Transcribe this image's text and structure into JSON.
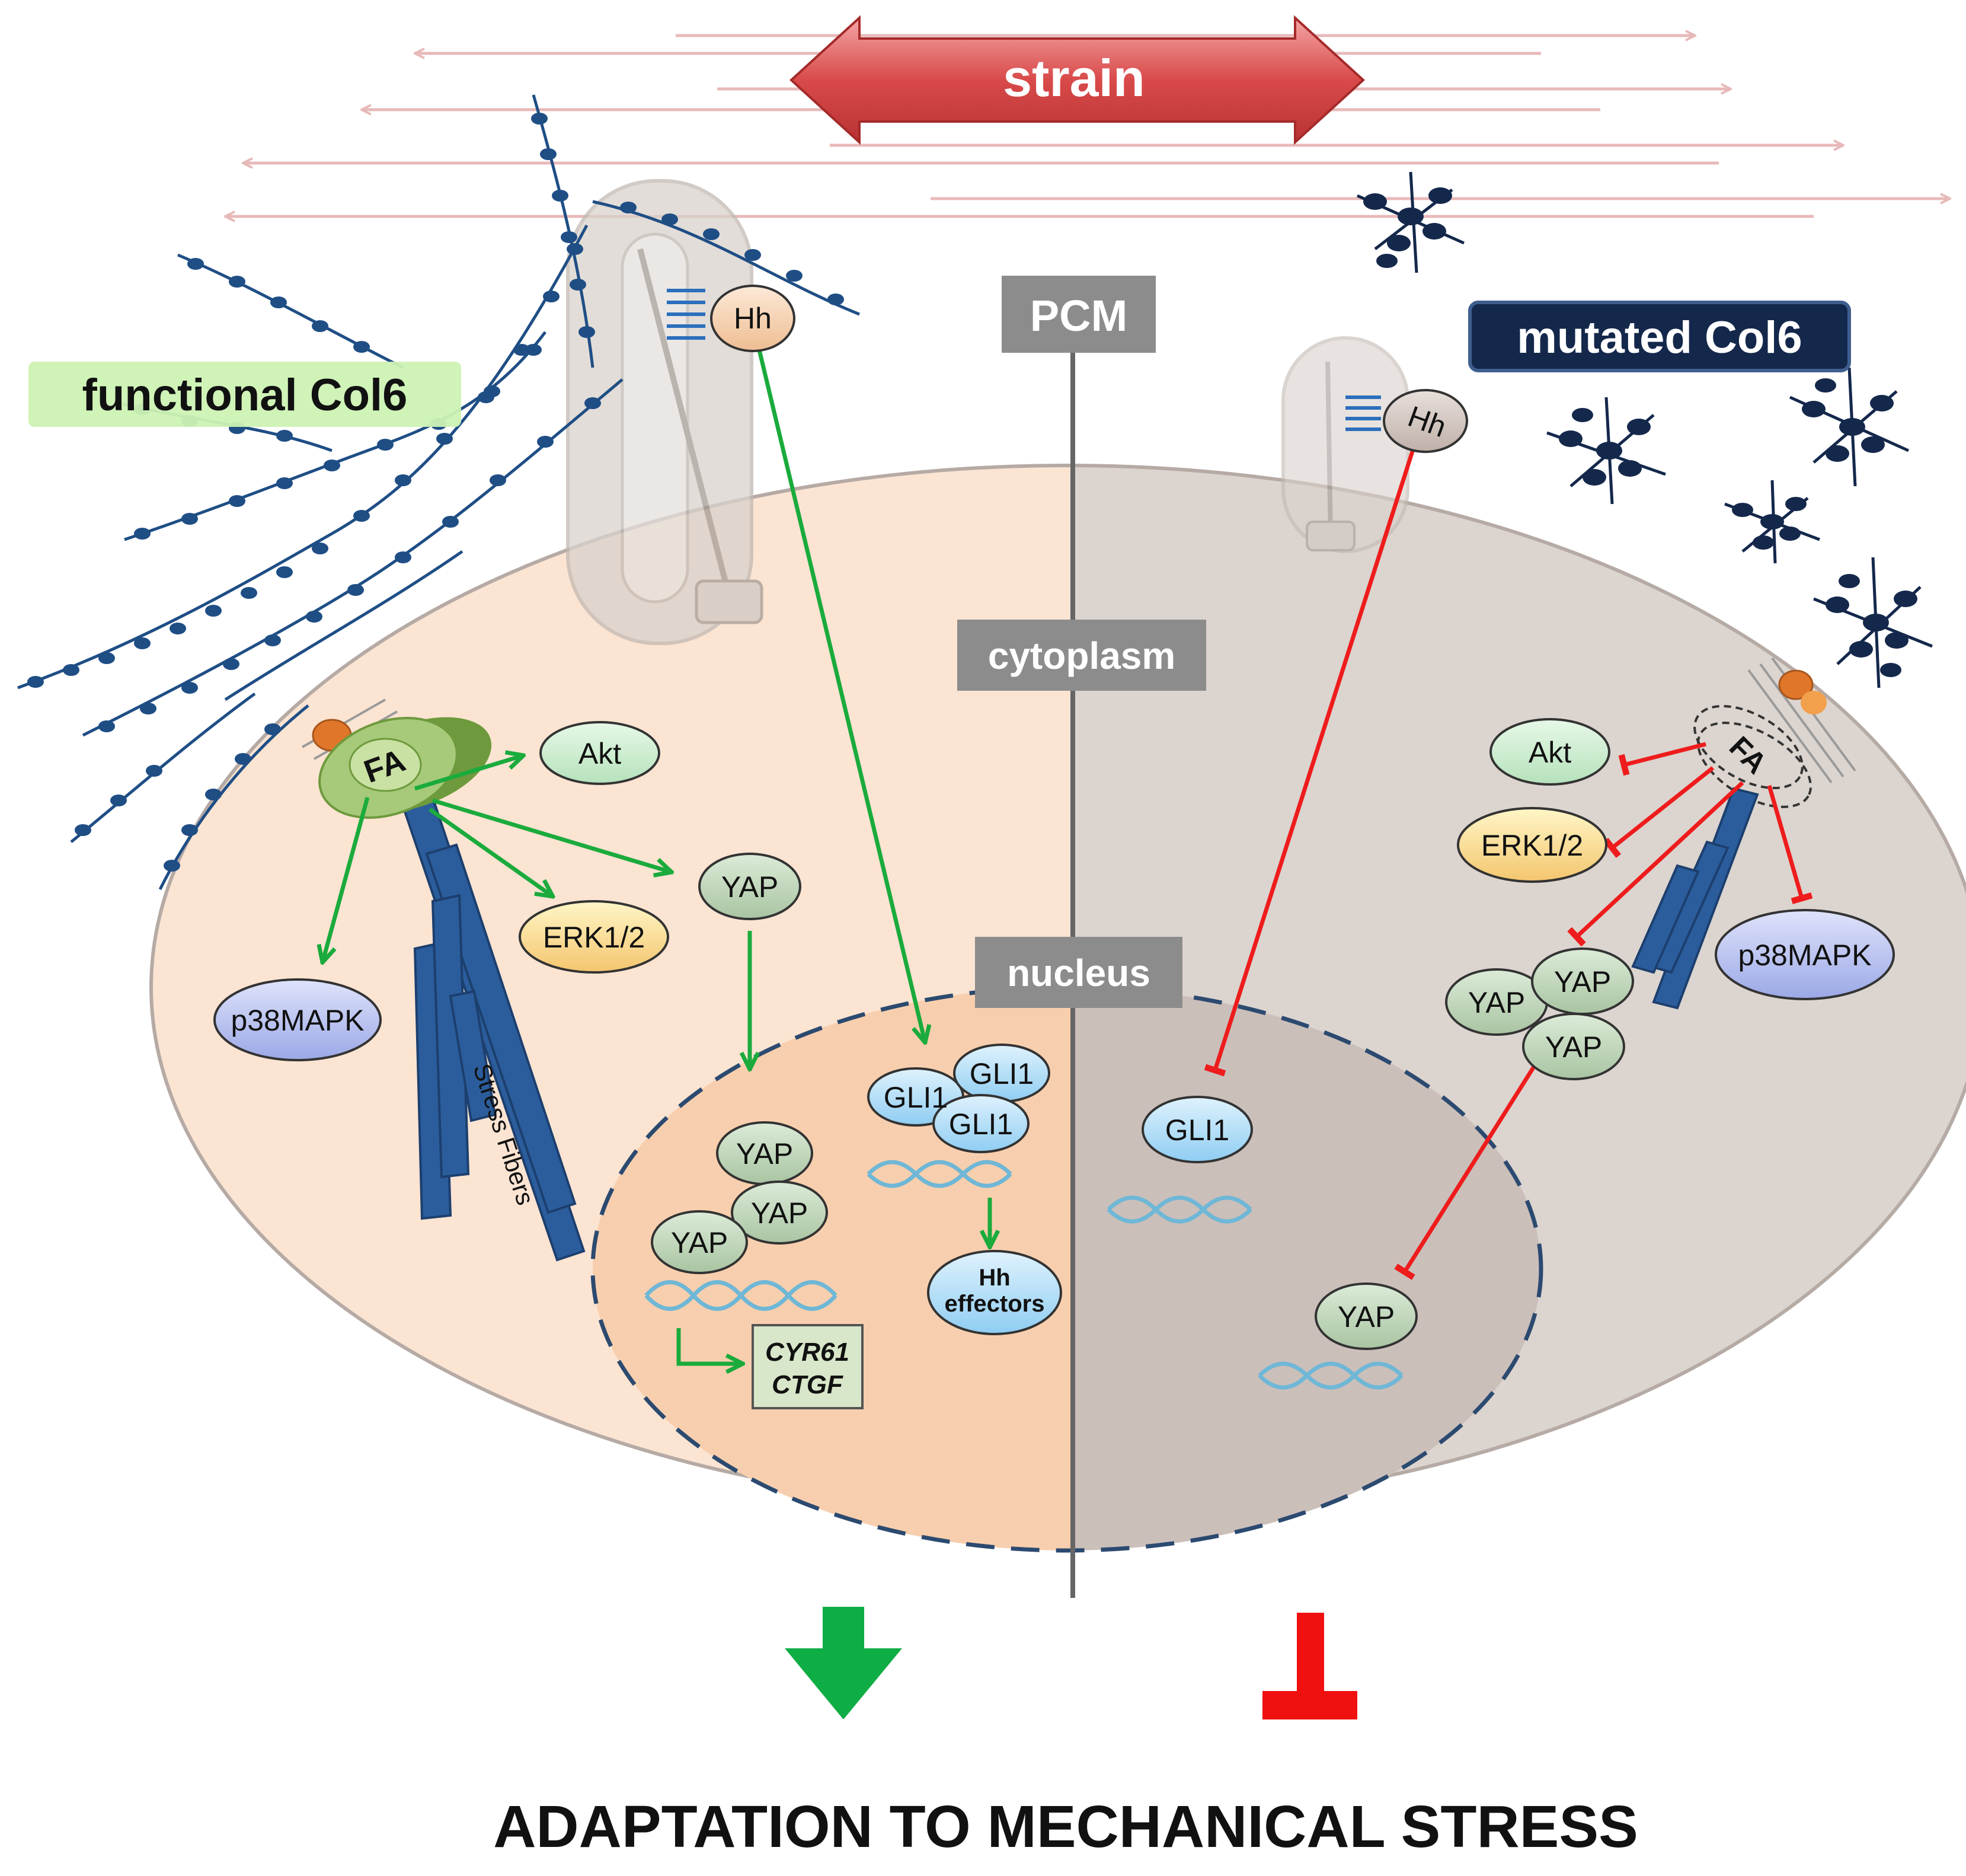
{
  "labels": {
    "strain": "strain",
    "pcm": "PCM",
    "cytoplasm": "cytoplasm",
    "nucleus": "nucleus",
    "functional_col6": "functional Col6",
    "mutated_col6": "mutated Col6",
    "stress_fibers": "Stress Fibers",
    "title": "ADAPTATION TO MECHANICAL STRESS"
  },
  "left": {
    "hh": "Hh",
    "fa": "FA",
    "akt": "Akt",
    "erk": "ERK1/2",
    "yap": "YAP",
    "p38": "p38MAPK",
    "nuc_yap_1": "YAP",
    "nuc_yap_2": "YAP",
    "nuc_yap_3": "YAP",
    "gli_1": "GLI1",
    "gli_2": "GLI1",
    "gli_3": "GLI1",
    "hh_effectors_line1": "Hh",
    "hh_effectors_line2": "effectors",
    "target_gene_1": "CYR61",
    "target_gene_2": "CTGF"
  },
  "right": {
    "hh": "Hh",
    "fa": "FA",
    "akt": "Akt",
    "erk": "ERK1/2",
    "p38": "p38MAPK",
    "yap_1": "YAP",
    "yap_2": "YAP",
    "yap_3": "YAP",
    "gli": "GLI1",
    "nuc_yap": "YAP"
  },
  "colors": {
    "activation": "#1aab3c",
    "inhibition": "#ee1c1c",
    "left_cytoplasm": "#fbe4d2",
    "left_nucleus": "#f8cfae",
    "right_cytoplasm": "#dcd4cf",
    "right_nucleus": "#cbbfba",
    "collagen": "#1f4e85",
    "strain_arrow": "#d94a4a",
    "functional_badge": "#cdf2b4",
    "mutated_badge": "#14284b",
    "label_box": "#8c8c8c"
  }
}
